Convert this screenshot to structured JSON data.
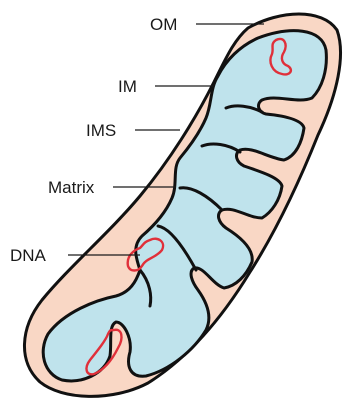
{
  "colors": {
    "outer_membrane_fill": "#f9d7c5",
    "matrix_fill": "#bfe3ec",
    "membrane_stroke": "#111111",
    "dna_stroke": "#e0303a"
  },
  "labels": {
    "om": "OM",
    "im": "IM",
    "ims": "IMS",
    "matrix": "Matrix",
    "dna": "DNA"
  }
}
